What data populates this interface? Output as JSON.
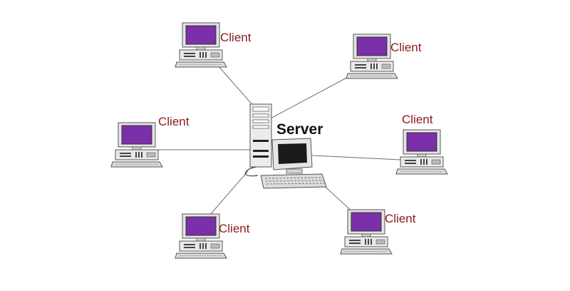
{
  "server": {
    "label": "Server"
  },
  "clients": [
    {
      "id": "client-1",
      "label": "Client"
    },
    {
      "id": "client-2",
      "label": "Client"
    },
    {
      "id": "client-3",
      "label": "Client"
    },
    {
      "id": "client-4",
      "label": "Client"
    },
    {
      "id": "client-5",
      "label": "Client"
    },
    {
      "id": "client-6",
      "label": "Client"
    }
  ],
  "colors": {
    "client_label": "#8b1a1a",
    "server_label": "#111111",
    "screen": "#7b2fa8",
    "link": "#6f6f6f"
  }
}
